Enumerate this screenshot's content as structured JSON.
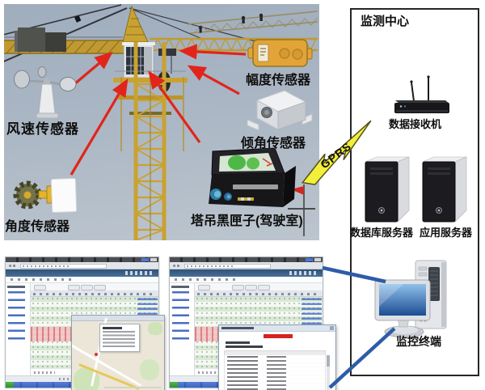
{
  "site": {
    "sensor_labels": {
      "wind": "风速传感器",
      "amplitude": "幅度传感器",
      "tilt": "倾角传感器",
      "angle": "角度传感器",
      "black_box": "塔吊黑匣子(驾驶室)"
    }
  },
  "link": {
    "label": "GPRS"
  },
  "monitoring_center": {
    "title": "监测中心",
    "receiver_label": "数据接收机",
    "db_server_label": "数据库服务器",
    "app_server_label": "应用服务器",
    "terminal_label": "监控终端"
  },
  "colors": {
    "arrow_red": "#e1251b",
    "bolt_yellow": "#f2ef3a",
    "link_blue": "#2d5ca8",
    "crane_yellow": "#c9a231",
    "table_row_green": "#d9e9d4",
    "table_row_alarm": "#f0c6c6",
    "alarm_text_red": "#d42420"
  }
}
